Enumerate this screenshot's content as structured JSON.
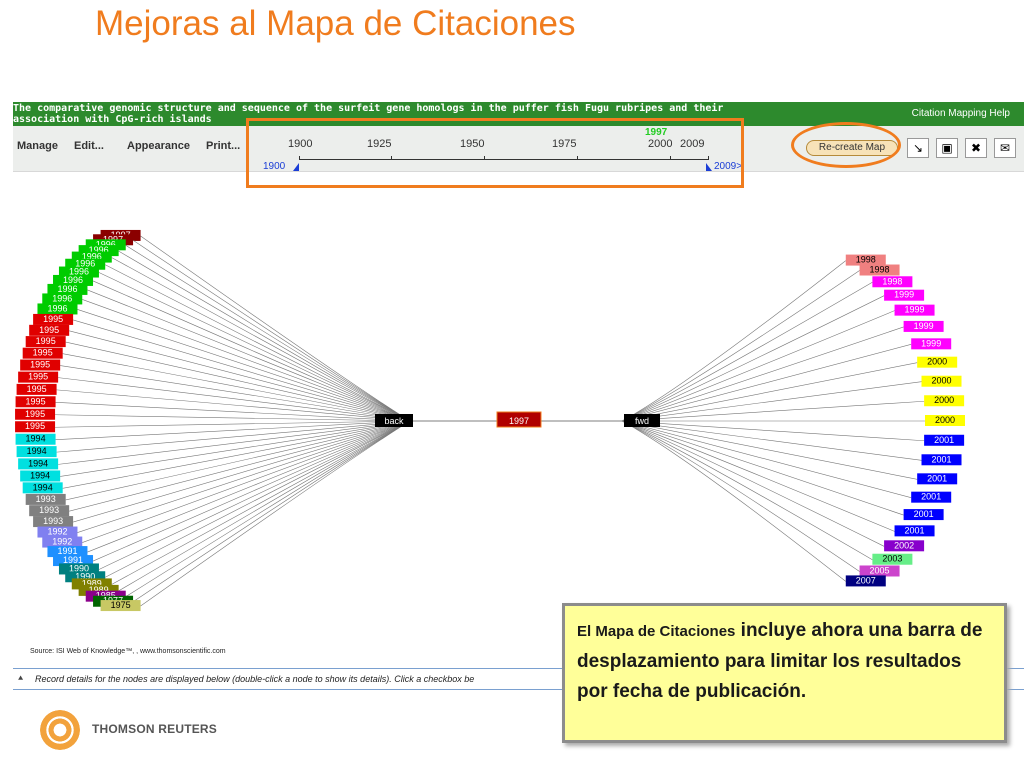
{
  "slide_title": "Mejoras al Mapa de Citaciones",
  "app": {
    "record_title": "The comparative genomic structure and sequence of the surfeit gene homologs in the puffer fish Fugu rubripes and their association with CpG-rich islands",
    "help_link": "Citation Mapping Help",
    "toolbar": {
      "manage": "Manage",
      "edit": "Edit...",
      "appearance": "Appearance",
      "print": "Print..."
    },
    "recreate_button": "Re-create Map",
    "timeline": {
      "tick_labels": [
        "1900",
        "1925",
        "1950",
        "1975",
        "2000",
        "2009"
      ],
      "current_year": "1997",
      "range_start": "1900",
      "range_end": "2009>"
    }
  },
  "citation_map": {
    "nodes": {
      "back": "back",
      "center": "1997",
      "fwd": "fwd"
    },
    "left_labels": [
      "1997",
      "1997",
      "1996",
      "1996",
      "1996",
      "1996",
      "1996",
      "1996",
      "1996",
      "1996",
      "1996",
      "1995",
      "1995",
      "1995",
      "1995",
      "1995",
      "1995",
      "1995",
      "1995",
      "1995",
      "1995",
      "1994",
      "1994",
      "1994",
      "1994",
      "1994",
      "1993",
      "1993",
      "1993",
      "1992",
      "1992",
      "1991",
      "1991",
      "1990",
      "1990",
      "1989",
      "1989",
      "1985",
      "1977",
      "1975"
    ],
    "left_colors": [
      "#8b0000",
      "#8b0000",
      "#00cc00",
      "#00cc00",
      "#00cc00",
      "#00cc00",
      "#00cc00",
      "#00cc00",
      "#00cc00",
      "#00cc00",
      "#00cc00",
      "#e00000",
      "#e00000",
      "#e00000",
      "#e00000",
      "#e00000",
      "#e00000",
      "#e00000",
      "#e00000",
      "#e00000",
      "#e00000",
      "#00e0e0",
      "#00e0e0",
      "#00e0e0",
      "#00e0e0",
      "#00e0e0",
      "#808080",
      "#808080",
      "#808080",
      "#8080f0",
      "#8080f0",
      "#1e90ff",
      "#1e90ff",
      "#008080",
      "#008080",
      "#808000",
      "#808000",
      "#8b008b",
      "#006400",
      "#c8c864"
    ],
    "right_labels": [
      "1998",
      "1998",
      "1998",
      "1999",
      "1999",
      "1999",
      "1999",
      "2000",
      "2000",
      "2000",
      "2000",
      "2001",
      "2001",
      "2001",
      "2001",
      "2001",
      "2001",
      "2002",
      "2003",
      "2005",
      "2007"
    ],
    "right_colors": [
      "#f08080",
      "#f08080",
      "#ff00ff",
      "#ff00ff",
      "#ff00ff",
      "#ff00ff",
      "#ff00ff",
      "#ffff00",
      "#ffff00",
      "#ffff00",
      "#ffff00",
      "#0000ff",
      "#0000ff",
      "#0000ff",
      "#0000ff",
      "#0000ff",
      "#0000ff",
      "#8800cc",
      "#66ee88",
      "#cc44cc",
      "#000080"
    ]
  },
  "source_text": "Source: ISI Web of Knowledge™, , www.thomsonscientific.com",
  "status_text": "Record details for the nodes are displayed below (double-click a node to show its details). Click a checkbox be",
  "logo_text": "THOMSON REUTERS",
  "callout": {
    "lead": "El Mapa de Citaciones",
    "rest": " incluye ahora una barra de desplazamiento para limitar los resultados por fecha de publicación."
  }
}
